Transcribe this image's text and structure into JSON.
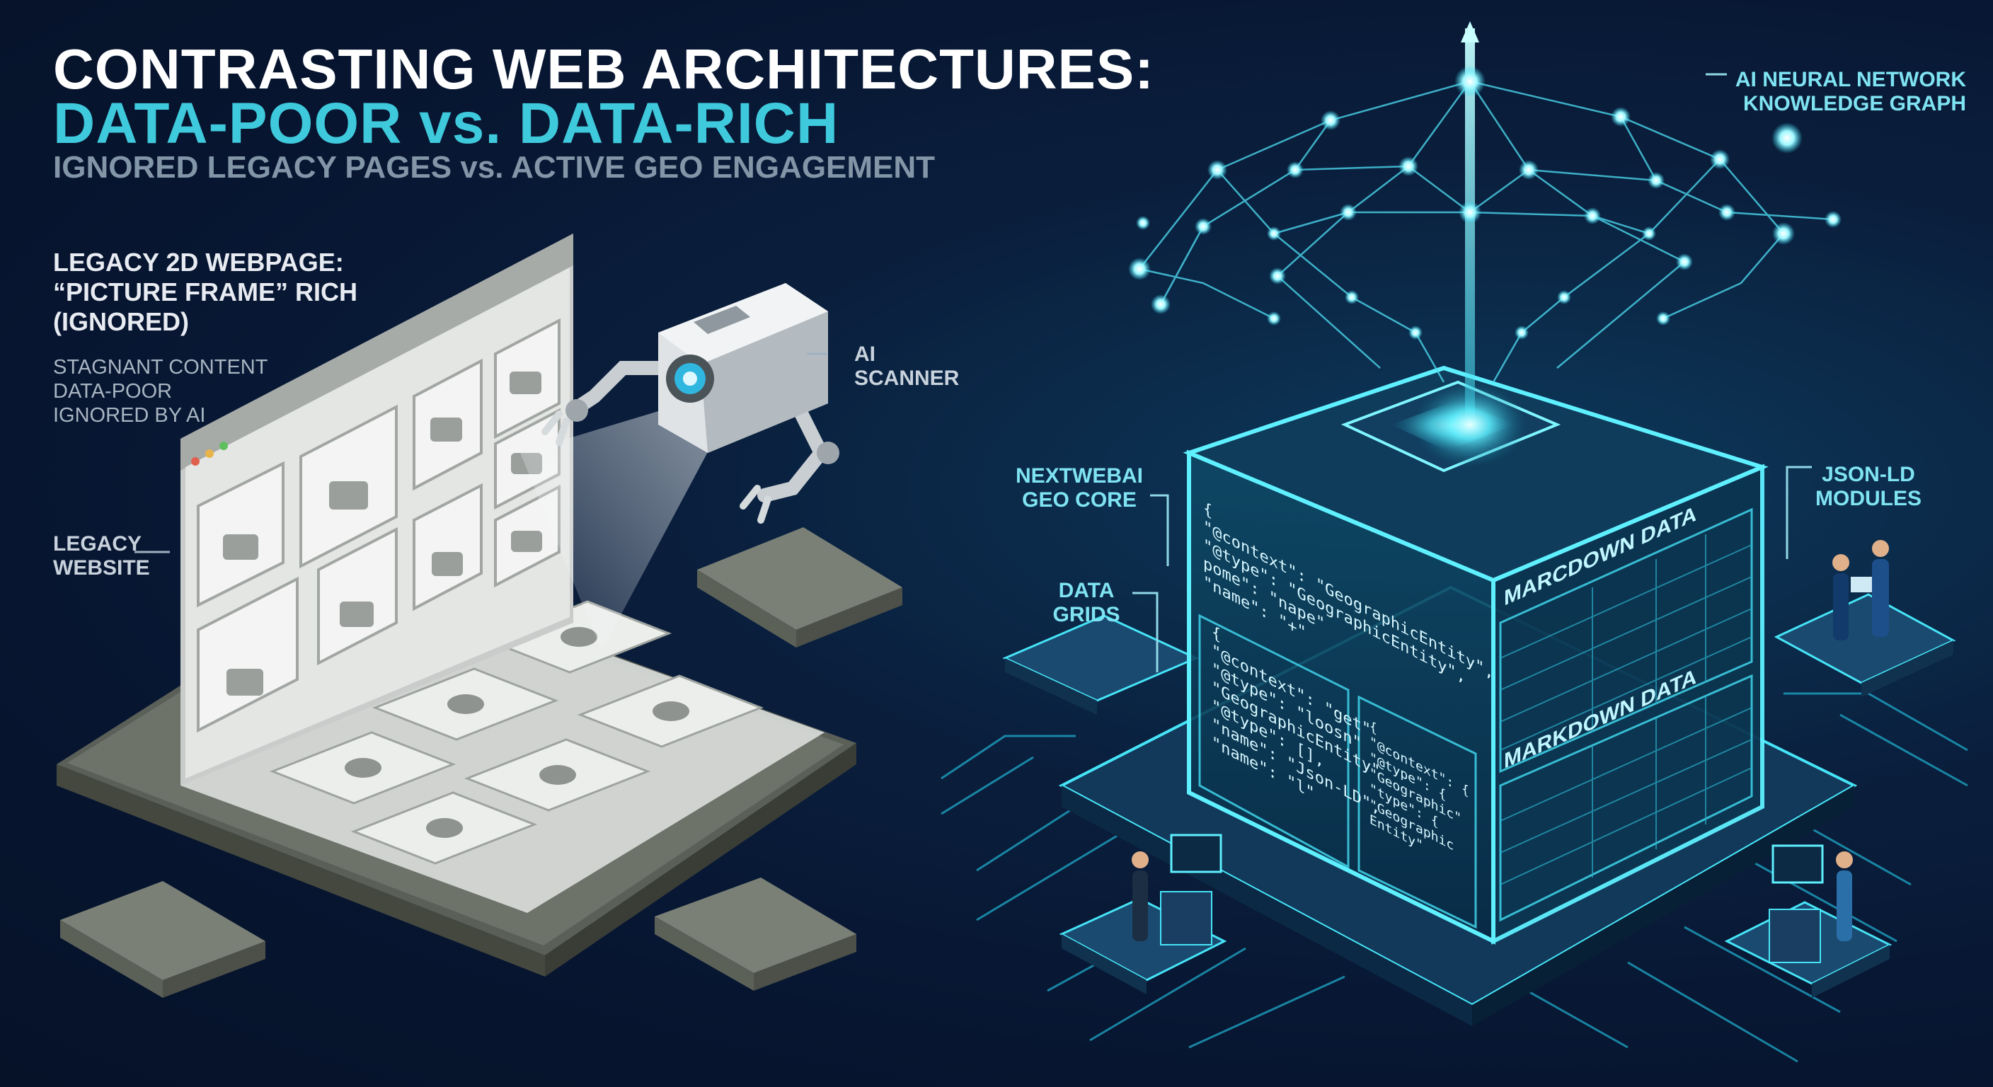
{
  "header": {
    "title_line1": "CONTRASTING WEB ARCHITECTURES:",
    "title_line2": "DATA-POOR vs. DATA-RICH",
    "subtitle": "IGNORED LEGACY PAGES vs. ACTIVE GEO ENGAGEMENT"
  },
  "legacy": {
    "heading_lines": [
      "LEGACY 2D WEBPAGE:",
      "“PICTURE FRAME” RICH",
      "(IGNORED)"
    ],
    "description_lines": [
      "STAGNANT CONTENT",
      "DATA-POOR",
      "IGNORED BY AI"
    ],
    "website_label_lines": [
      "LEGACY",
      "WEBSITE"
    ],
    "scanner_label_lines": [
      "AI",
      "SCANNER"
    ]
  },
  "geo": {
    "network_label_lines": [
      "AI NEURAL NETWORK",
      "KNOWLEDGE GRAPH"
    ],
    "core_label_lines": [
      "NEXTWEBAI",
      "GEO CORE"
    ],
    "grids_label_lines": [
      "DATA",
      "GRIDS"
    ],
    "modules_label_lines": [
      "JSON-LD",
      "MODULES"
    ],
    "panel_top_title": "MARCDOWN DATA",
    "panel_bottom_title": "MARKDOWN DATA",
    "code_lines_a": [
      "{",
      "\"@context\": \"GeographicEntity\",",
      "\"@type\": \"GeographicEntity\",",
      "pome\": \"nape\"",
      "\"name\": \"+\""
    ],
    "code_lines_b": [
      "{",
      "\"@context\": \"get\"",
      "\"@type\": \"loosn\"",
      "\"GeographicEntity\"",
      "\"@type\": [],",
      "\"name\": \"Json-LD\",",
      "\"name\": \"l\""
    ],
    "code_lines_c": [
      "{",
      "\"@context\": {",
      "\"@type\": {",
      "\"Geographic\"",
      "\"type\": {",
      "\"Geographic",
      "Entity\""
    ]
  },
  "colors": {
    "background": "#0a1f3d",
    "accent_cyan": "#3fc9dc",
    "glow": "#6ff3ff",
    "legacy_gray": "#8a9088"
  }
}
